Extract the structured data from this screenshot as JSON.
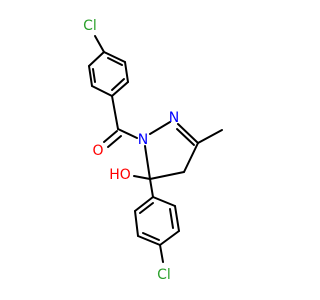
{
  "molecule": {
    "atoms": {
      "cl_top": "Cl",
      "oxygen_carbonyl": "O",
      "nitrogen_1": "N",
      "nitrogen_2": "N",
      "hydroxyl": "HO",
      "cl_bottom": "Cl"
    }
  },
  "colors": {
    "bond": "#000000",
    "chlorine": "#2ca02c",
    "oxygen": "#ff0000",
    "nitrogen": "#0000ff"
  }
}
